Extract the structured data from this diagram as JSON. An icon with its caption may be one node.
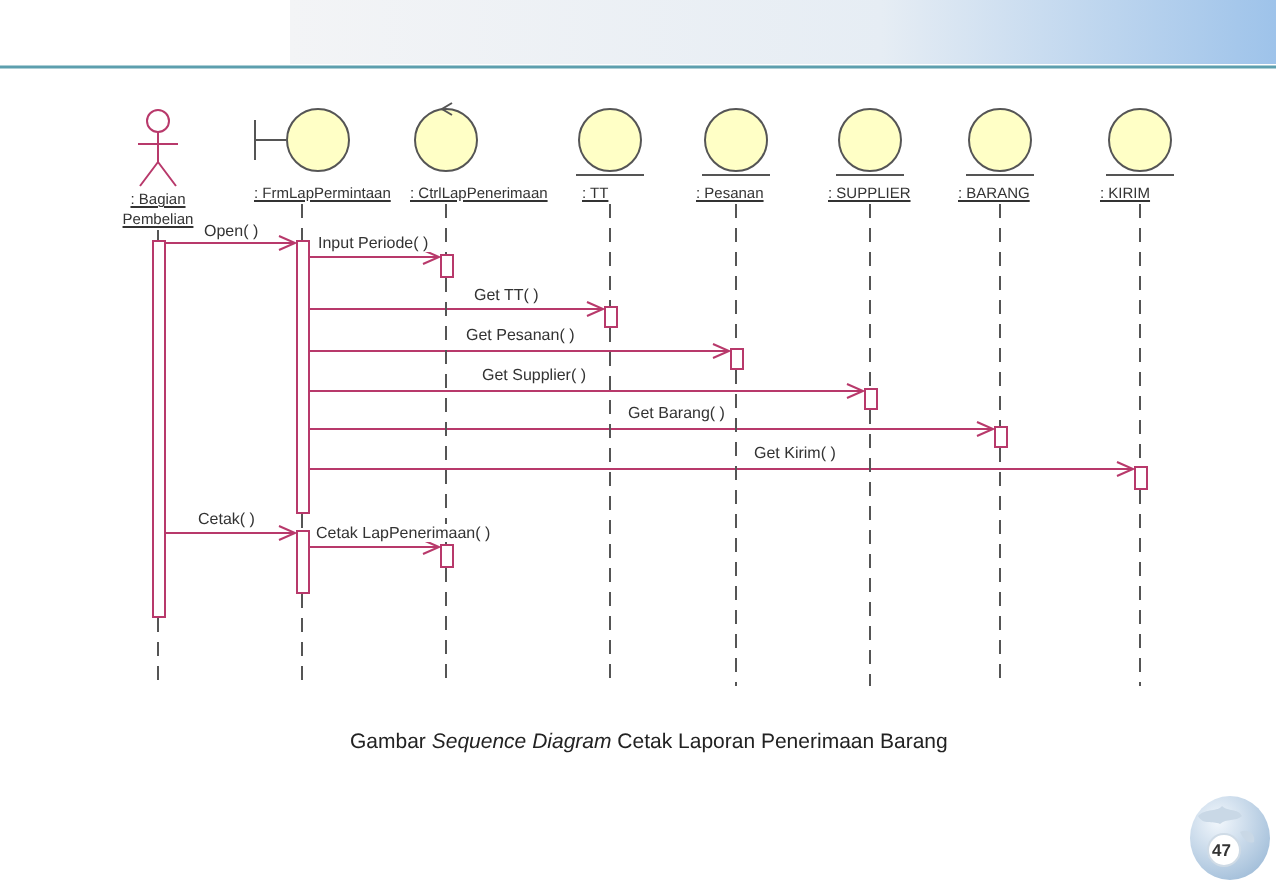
{
  "diagram": {
    "caption": "Gambar *Sequence Diagram* Cetak Laporan Penerimaan Barang",
    "nodes": [
      {
        "text": [
          ": Bagian Pembelian"
        ]
      },
      {
        "text": [
          ": FrmLapPermintaan"
        ]
      },
      {
        "text": [
          ": CtrlLapPenerimaan"
        ]
      },
      {
        "text": [
          ": TT"
        ]
      },
      {
        "text": [
          ": Pesanan"
        ]
      },
      {
        "text": [
          ": SUPPLIER"
        ]
      },
      {
        "text": [
          ": BARANG"
        ]
      },
      {
        "text": [
          ": KIRIM"
        ]
      },
      {
        "text": [],
        "shape": "bar"
      },
      {
        "text": [],
        "shape": "bar"
      },
      {
        "text": [],
        "shape": "bar"
      },
      {
        "text": [],
        "shape": "bar"
      },
      {
        "text": [],
        "shape": "bar"
      },
      {
        "text": [],
        "shape": "bar"
      },
      {
        "text": [],
        "shape": "bar"
      },
      {
        "text": [],
        "shape": "bar"
      },
      {
        "text": [],
        "shape": "bar"
      },
      {
        "text": [],
        "shape": "bar"
      }
    ],
    "edges": [
      {
        "from": 8,
        "to": 9,
        "arrow": "to",
        "label": "Open( )",
        "color": "#b8396b"
      },
      {
        "from": 9,
        "to": 10,
        "arrow": "to",
        "label": "Input Periode( )",
        "color": "#b8396b"
      },
      {
        "from": 9,
        "to": 11,
        "arrow": "to",
        "label": "Get TT( )",
        "color": "#b8396b"
      },
      {
        "from": 9,
        "to": 12,
        "arrow": "to",
        "label": "Get Pesanan( )",
        "color": "#b8396b"
      },
      {
        "from": 9,
        "to": 13,
        "arrow": "to",
        "label": "Get Supplier( )",
        "color": "#b8396b"
      },
      {
        "from": 9,
        "to": 14,
        "arrow": "to",
        "label": "Get Barang( )",
        "color": "#b8396b"
      },
      {
        "from": 9,
        "to": 15,
        "arrow": "to",
        "label": "Get Kirim( )",
        "color": "#b8396b"
      },
      {
        "from": 8,
        "to": 16,
        "arrow": "to",
        "label": "Cetak( )",
        "color": "#b8396b"
      },
      {
        "from": 16,
        "to": 17,
        "arrow": "to",
        "label": "Cetak LapPenerimaan( )",
        "color": "#b8396b"
      },
      {
        "from": 0,
        "to": 8,
        "arrow": "none",
        "style": "dashed"
      },
      {
        "from": 1,
        "to": 9,
        "arrow": "none",
        "style": "dashed"
      },
      {
        "from": 9,
        "to": 16,
        "arrow": "none",
        "style": "dashed"
      },
      {
        "from": 2,
        "to": 10,
        "arrow": "none",
        "style": "dashed"
      },
      {
        "from": 10,
        "to": 17,
        "arrow": "none",
        "style": "dashed"
      },
      {
        "from": 3,
        "to": 11,
        "arrow": "none",
        "style": "dashed"
      },
      {
        "from": 4,
        "to": 12,
        "arrow": "none",
        "style": "dashed"
      },
      {
        "from": 5,
        "to": 13,
        "arrow": "none",
        "style": "dashed"
      },
      {
        "from": 6,
        "to": 14,
        "arrow": "none",
        "style": "dashed"
      },
      {
        "from": 7,
        "to": 15,
        "arrow": "none",
        "style": "dashed"
      },
      {
        "from": 8,
        "to": null,
        "arrow": "none",
        "style": "dashed"
      },
      {
        "from": 16,
        "to": null,
        "arrow": "none",
        "style": "dashed"
      },
      {
        "from": 17,
        "to": null,
        "arrow": "none",
        "style": "dashed"
      },
      {
        "from": 11,
        "to": null,
        "arrow": "none",
        "style": "dashed"
      },
      {
        "from": 12,
        "to": null,
        "arrow": "none",
        "style": "dashed"
      },
      {
        "from": 13,
        "to": null,
        "arrow": "none",
        "style": "dashed"
      },
      {
        "from": 14,
        "to": null,
        "arrow": "none",
        "style": "dashed"
      },
      {
        "from": 15,
        "to": null,
        "arrow": "none",
        "style": "dashed"
      }
    ],
    "labels": [
      "47"
    ]
  }
}
